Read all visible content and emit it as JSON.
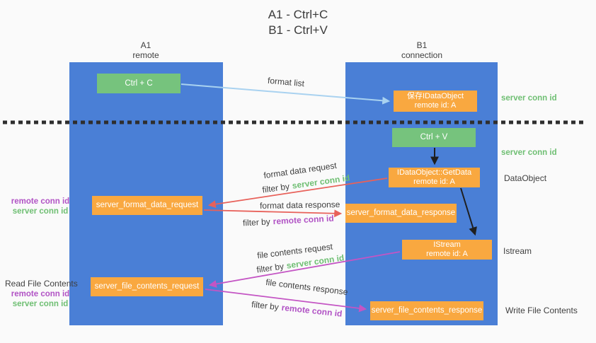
{
  "title": {
    "line1": "A1 - Ctrl+C",
    "line2": "B1 - Ctrl+V"
  },
  "columns": {
    "left": {
      "id": "A1",
      "role": "remote"
    },
    "right": {
      "id": "B1",
      "role": "connection"
    }
  },
  "nodes": {
    "ctrl_c": "Ctrl + C",
    "ctrl_v": "Ctrl + V",
    "save_dataobject": {
      "line1": "保存IDataObject",
      "line2": "remote id: A"
    },
    "getdata": {
      "line1": "IDataObject::GetData",
      "line2": "remote id: A"
    },
    "istream": {
      "line1": "IStream",
      "line2": "remote id: A"
    },
    "format_request": "server_format_data_request",
    "format_response": "server_format_data_response",
    "file_request": "server_file_contents_request",
    "file_response": "server_file_contents_response"
  },
  "side_labels": {
    "server_conn_id_top": "server conn id",
    "server_conn_id_mid": "server conn id",
    "dataobject": "DataObject",
    "istream": "Istream",
    "write_file_contents": "Write File Contents",
    "read_file_contents": "Read File Contents",
    "pair1": {
      "remote": "remote conn id",
      "server": "server conn id"
    },
    "pair2": {
      "remote": "remote conn id",
      "server": "server conn id"
    }
  },
  "flow_labels": {
    "format_list": "format list",
    "format_data_request": "format data request",
    "filter_by_1": "filter by",
    "filter_value_1": "server conn id",
    "format_data_response": "format data response",
    "filter_by_2": "filter by",
    "filter_value_2": "remote conn id",
    "file_contents_request": "file contents request",
    "filter_by_3": "filter by",
    "filter_value_3": "server conn id",
    "file_contents_response": "file contents response",
    "filter_by_4": "filter by",
    "filter_value_4": "remote conn id"
  },
  "colors": {
    "column_blue": "#4a7fd6",
    "node_green": "#76c37d",
    "node_orange": "#f9a840",
    "arrow_light_blue": "#a9d2f0",
    "arrow_red": "#e8615a",
    "arrow_magenta": "#c455c4",
    "arrow_black": "#1f1f1f",
    "label_green": "#6fbf73",
    "label_purple": "#b153c5",
    "background": "#fafafa"
  }
}
